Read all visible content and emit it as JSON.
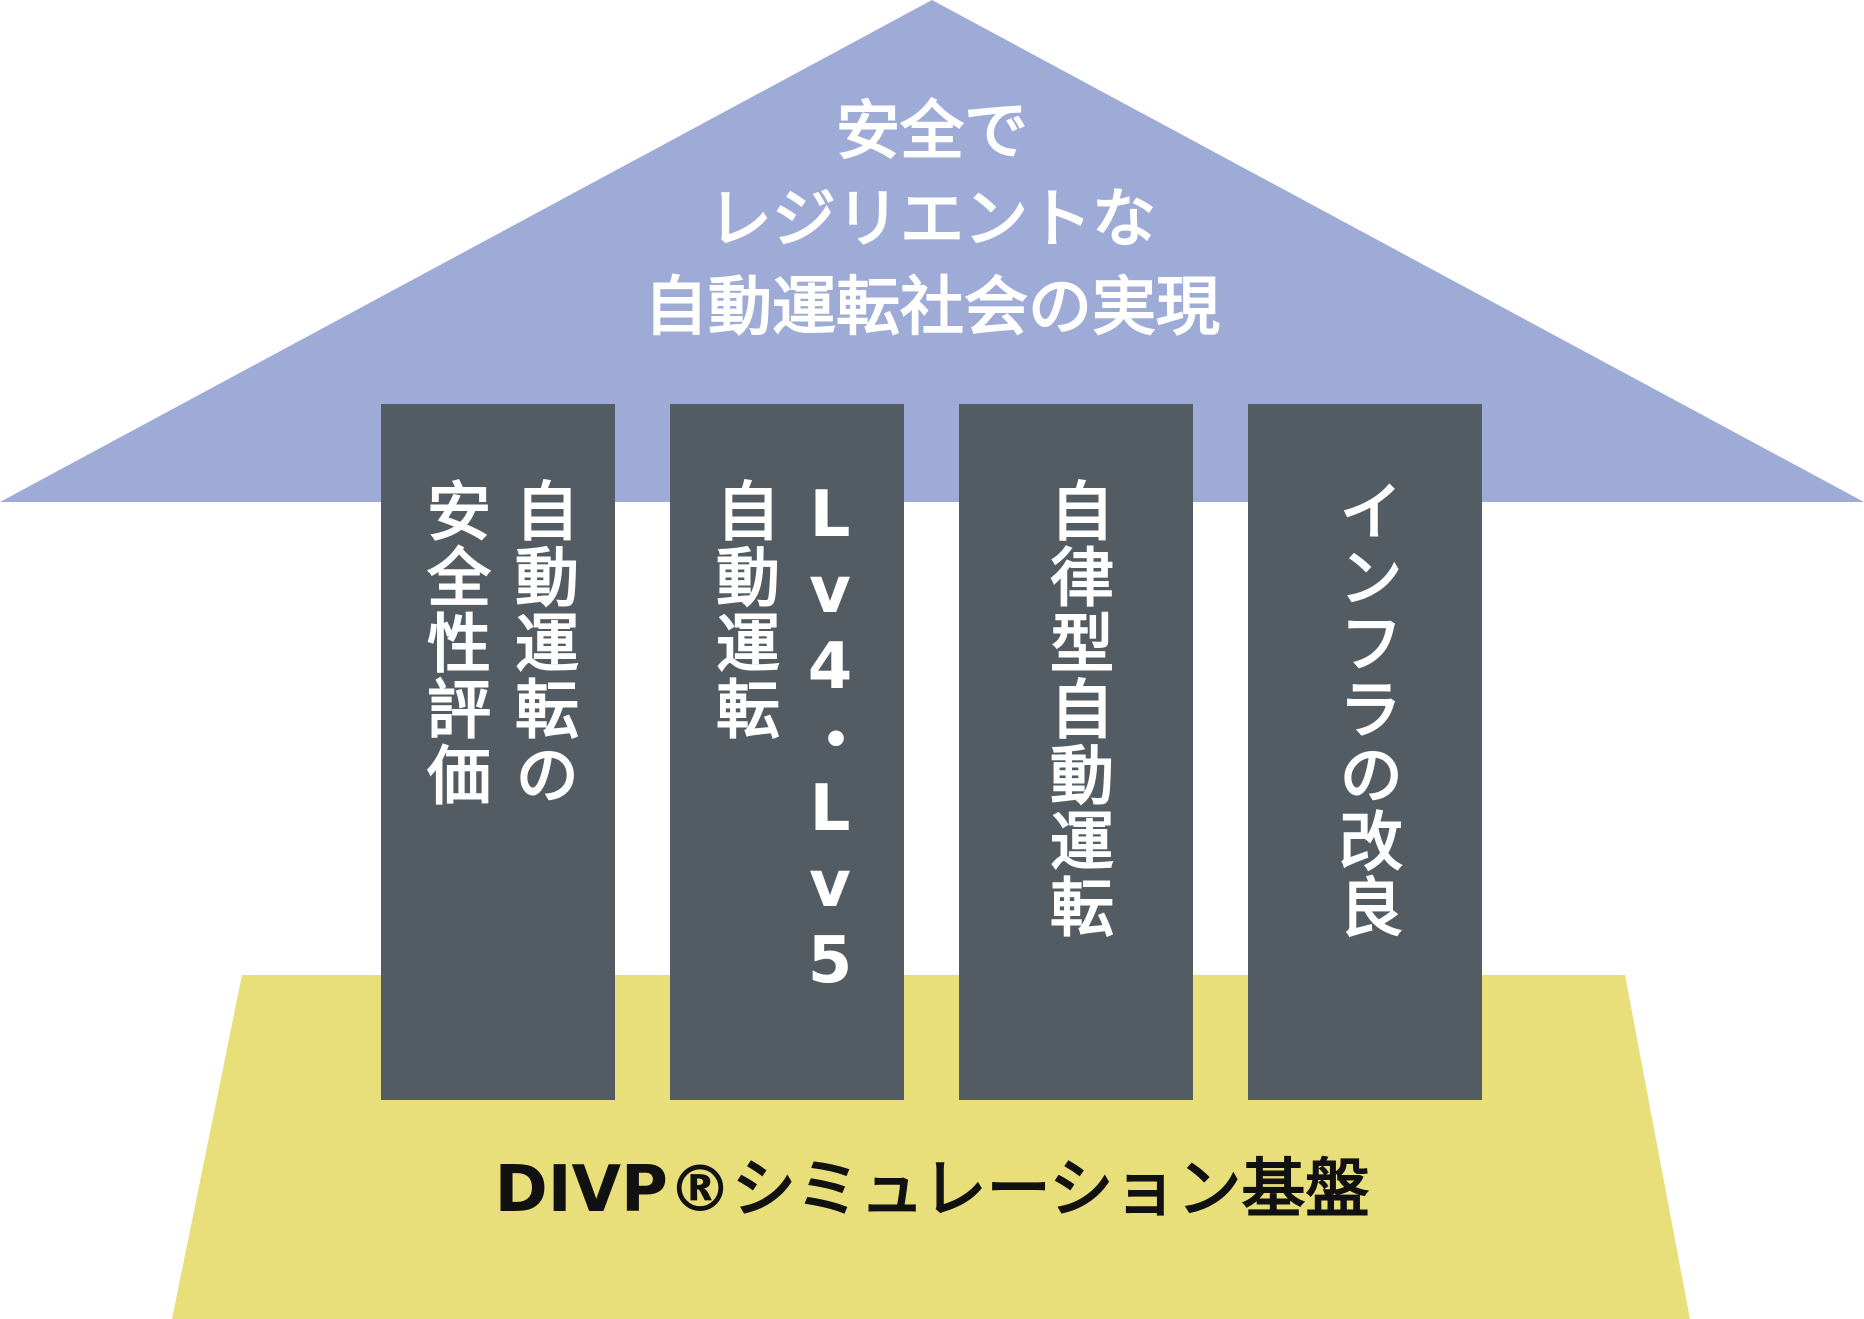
{
  "colors": {
    "roof": "#9eabd6",
    "pillar": "#535c63",
    "base": "#e8df7a",
    "roof_text": "#ffffff",
    "pillar_text": "#ffffff",
    "base_text": "#111111"
  },
  "roof": {
    "title_lines": [
      "安全で",
      "レジリエントな",
      "自動運転社会の実現"
    ]
  },
  "pillars": [
    {
      "lines": [
        "自動運転の",
        "安全性評価"
      ]
    },
    {
      "lines": [
        "Lv4・Lv5",
        "自動運転"
      ]
    },
    {
      "lines": [
        "自律型自動運転"
      ]
    },
    {
      "lines": [
        "インフラの改良"
      ]
    }
  ],
  "base": {
    "label": "DIVP®シミュレーション基盤"
  }
}
